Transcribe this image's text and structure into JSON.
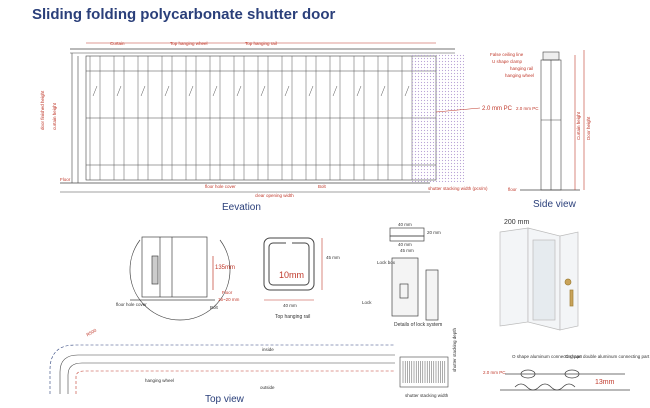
{
  "title": "Sliding folding polycarbonate shutter door",
  "elevation": {
    "caption": "Eevation",
    "labels": {
      "curtain": "Curtain",
      "top_wheel": "Top hanging wheel",
      "top_rail": "Top hanging rail",
      "pc": "2.0 mm PC",
      "floor": "Floor",
      "floor_hole": "floor hole cover",
      "bolt": "Bolt",
      "clear_width": "clear opening width",
      "stacking": "shutter stacking width (pcs/m)",
      "door_h": "door finished height",
      "curtain_h": "curtain height"
    }
  },
  "side": {
    "caption": "Side view",
    "labels": {
      "false_ceiling": "False ceiling line",
      "u_clamp": "U shape clamp",
      "hang_rail": "hanging rail",
      "hang_wheel": "hanging wheel",
      "pc": "2.0 mm PC",
      "floor": "floor",
      "door_h": "Door height",
      "curtain_h": "Curtain height"
    }
  },
  "details": {
    "dim_135": "135mm",
    "floor": "Floor",
    "floor_range": "15~20 mm",
    "floor_hole": "floor hole cover",
    "bolt": "Bolt",
    "rail_10": "10mm",
    "rail_40w": "40 mm",
    "rail_45h": "45 mm",
    "rail_caption": "Top hanging rail",
    "lock_box": "Lock box",
    "lock": "Lock",
    "lock_caption": "Details of lock system",
    "lock_40a": "40 mm",
    "lock_40b": "40 mm",
    "lock_45": "45 mm",
    "lock_20": "20 mm",
    "photo_200": "200 mm"
  },
  "top_view": {
    "caption": "Top view",
    "r500": "R500",
    "inside": "inside",
    "outside": "outside",
    "wheel": "hanging wheel",
    "stack_w": "shutter stacking width",
    "stack_depth": "shutter stacking depth"
  },
  "connectors": {
    "o_shape": "O shape aluminum connecting part",
    "c_shape": "C shape double aluminum connecting part",
    "pc": "2.0 mm PC",
    "dim_13": "13mm"
  },
  "colors": {
    "title": "#2a3f7a",
    "line": "#444444",
    "red": "#c0392b",
    "lilac": "#b9a3d6"
  }
}
